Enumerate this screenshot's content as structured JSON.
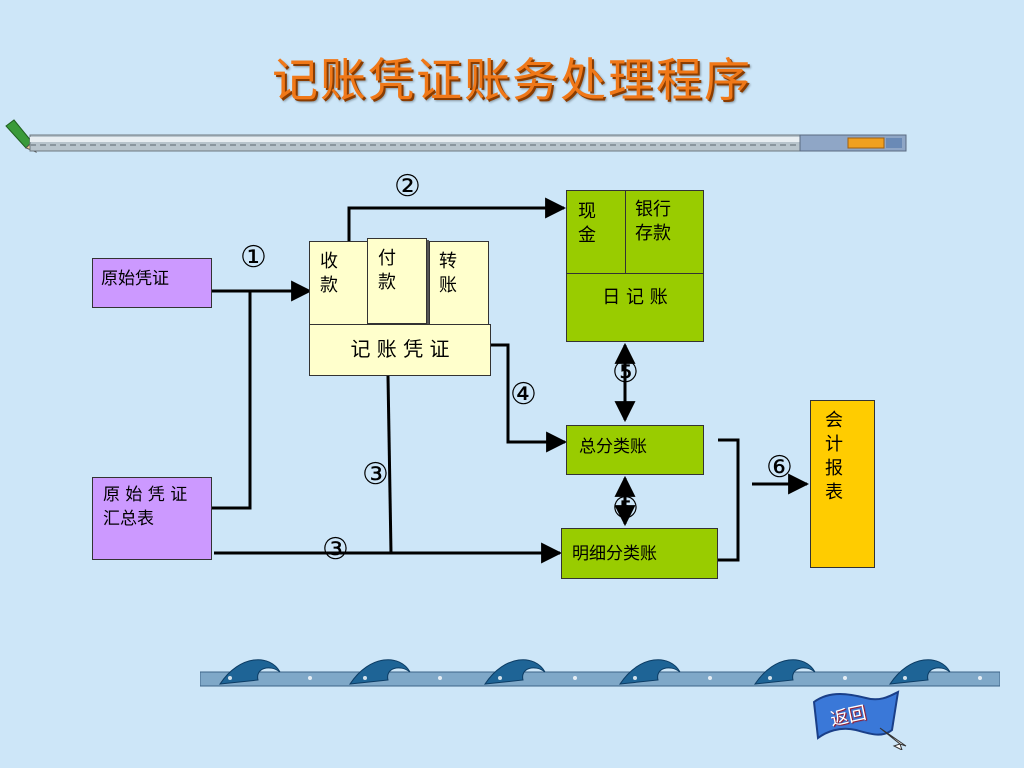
{
  "title": "记账凭证账务处理程序",
  "boxes": {
    "original_voucher": "原始凭证",
    "original_summary_line1": "原 始 凭 证",
    "original_summary_line2": "汇总表",
    "receipt_line1": "收",
    "receipt_line2": "款",
    "payment_line1": "付",
    "payment_line2": "款",
    "transfer_line1": "转",
    "transfer_line2": "账",
    "voucher": "记 账 凭 证",
    "cash_line1": "现",
    "cash_line2": "金",
    "bank_line1": "银行",
    "bank_line2": "存款",
    "journal": "日 记 账",
    "general_ledger": "总分类账",
    "detail_ledger": "明细分类账",
    "report_line1": "会",
    "report_line2": "计",
    "report_line3": "报",
    "report_line4": "表"
  },
  "steps": {
    "s1": "①",
    "s2": "②",
    "s3a": "③",
    "s3b": "③",
    "s4": "④",
    "s5a": "⑤",
    "s5b": "⑤",
    "s6": "⑥"
  },
  "return_button": "返回",
  "colors": {
    "background": "#cde6f8",
    "title": "#f07818",
    "source_box": "#cc99ff",
    "voucher_box": "#ffffcc",
    "ledger_box": "#99cc00",
    "report_box": "#ffcc00"
  }
}
